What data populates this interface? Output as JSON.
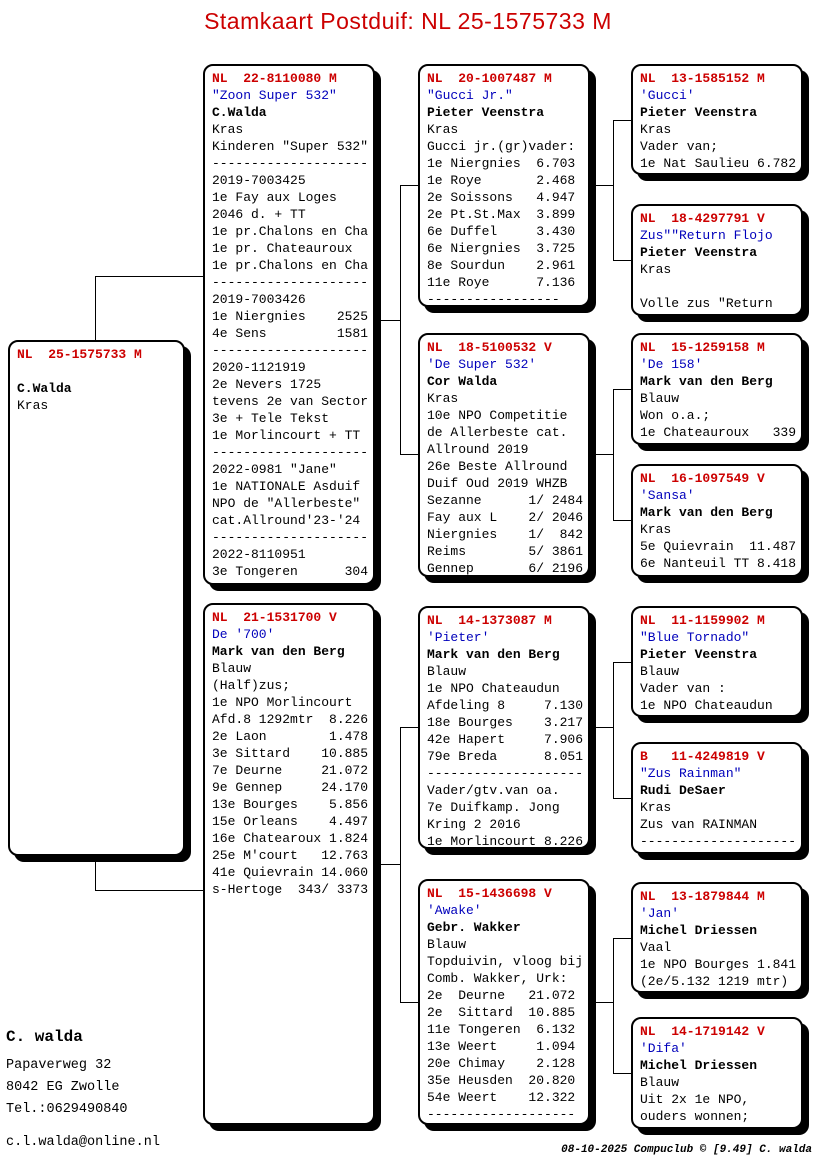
{
  "title": "Stamkaart Postduif: NL  25-1575733 M",
  "colors": {
    "ring_red": "#cc0000",
    "name_blue": "#0000bb"
  },
  "boxes": {
    "subject": {
      "ring": "NL  25-1575733 M",
      "lines": [
        {
          "t": ""
        },
        {
          "t": "C.Walda",
          "s": "bold"
        },
        {
          "t": "Kras"
        }
      ]
    },
    "father": {
      "ring": "NL  22-8110080 M",
      "lines": [
        {
          "t": "\"Zoon Super 532\"",
          "s": "blue"
        },
        {
          "t": "C.Walda",
          "s": "bold"
        },
        {
          "t": "Kras"
        },
        {
          "t": "Kinderen \"Super 532\""
        },
        {
          "t": "--------------------"
        },
        {
          "t": "2019-7003425"
        },
        {
          "t": "1e Fay aux Loges"
        },
        {
          "t": "2046 d. + TT"
        },
        {
          "t": "1e pr.Chalons en Cha"
        },
        {
          "t": "1e pr. Chateauroux"
        },
        {
          "t": "1e pr.Chalons en Cha"
        },
        {
          "t": "--------------------"
        },
        {
          "t": "2019-7003426"
        },
        {
          "t": "1e Niergnies    2525"
        },
        {
          "t": "4e Sens         1581"
        },
        {
          "t": "--------------------"
        },
        {
          "t": "2020-1121919"
        },
        {
          "t": "2e Nevers 1725"
        },
        {
          "t": "tevens 2e van Sector"
        },
        {
          "t": "3e + Tele Tekst"
        },
        {
          "t": "1e Morlincourt + TT"
        },
        {
          "t": "--------------------"
        },
        {
          "t": "2022-0981 \"Jane\""
        },
        {
          "t": "1e NATIONALE Asduif"
        },
        {
          "t": "NPO de \"Allerbeste\""
        },
        {
          "t": "cat.Allround'23-'24"
        },
        {
          "t": "--------------------"
        },
        {
          "t": "2022-8110951"
        },
        {
          "t": "3e Tongeren      304"
        }
      ]
    },
    "mother": {
      "ring": "NL  21-1531700 V",
      "lines": [
        {
          "t": "De '700'",
          "s": "blue"
        },
        {
          "t": "Mark van den Berg",
          "s": "bold"
        },
        {
          "t": "Blauw"
        },
        {
          "t": "(Half)zus;"
        },
        {
          "t": "1e NPO Morlincourt"
        },
        {
          "t": "Afd.8 1292mtr  8.226"
        },
        {
          "t": "2e Laon        1.478"
        },
        {
          "t": "3e Sittard    10.885"
        },
        {
          "t": "7e Deurne     21.072"
        },
        {
          "t": "9e Gennep     24.170"
        },
        {
          "t": "13e Bourges    5.856"
        },
        {
          "t": "15e Orleans    4.497"
        },
        {
          "t": "16e Chatearoux 1.824"
        },
        {
          "t": "25e M'court   12.763"
        },
        {
          "t": "41e Quievrain 14.060"
        },
        {
          "t": "s-Hertoge  343/ 3373"
        }
      ]
    },
    "gf_paternal": {
      "ring": "NL  20-1007487 M",
      "lines": [
        {
          "t": "\"Gucci Jr.\"",
          "s": "blue"
        },
        {
          "t": "Pieter Veenstra",
          "s": "bold"
        },
        {
          "t": "Kras"
        },
        {
          "t": "Gucci jr.(gr)vader:"
        },
        {
          "t": "1e Niergnies  6.703"
        },
        {
          "t": "1e Roye       2.468"
        },
        {
          "t": "2e Soissons   4.947"
        },
        {
          "t": "2e Pt.St.Max  3.899"
        },
        {
          "t": "6e Duffel     3.430"
        },
        {
          "t": "6e Niergnies  3.725"
        },
        {
          "t": "8e Sourdun    2.961"
        },
        {
          "t": "11e Roye      7.136"
        },
        {
          "t": "-----------------"
        }
      ]
    },
    "gm_paternal": {
      "ring": "NL  18-5100532 V",
      "lines": [
        {
          "t": "'De Super 532'",
          "s": "blue"
        },
        {
          "t": "Cor Walda",
          "s": "bold"
        },
        {
          "t": "Kras"
        },
        {
          "t": "10e NPO Competitie"
        },
        {
          "t": "de Allerbeste cat."
        },
        {
          "t": "Allround 2019"
        },
        {
          "t": "26e Beste Allround"
        },
        {
          "t": "Duif Oud 2019 WHZB"
        },
        {
          "t": "Sezanne      1/ 2484"
        },
        {
          "t": "Fay aux L    2/ 2046"
        },
        {
          "t": "Niergnies    1/  842"
        },
        {
          "t": "Reims        5/ 3861"
        },
        {
          "t": "Gennep       6/ 2196"
        }
      ]
    },
    "gf_maternal": {
      "ring": "NL  14-1373087 M",
      "lines": [
        {
          "t": "'Pieter'",
          "s": "blue"
        },
        {
          "t": "Mark van den Berg",
          "s": "bold"
        },
        {
          "t": "Blauw"
        },
        {
          "t": "1e NPO Chateaudun"
        },
        {
          "t": "Afdeling 8     7.130"
        },
        {
          "t": "18e Bourges    3.217"
        },
        {
          "t": "42e Hapert     7.906"
        },
        {
          "t": "79e Breda      8.051"
        },
        {
          "t": "--------------------"
        },
        {
          "t": "Vader/gtv.van oa."
        },
        {
          "t": "7e Duifkamp. Jong"
        },
        {
          "t": "Kring 2 2016"
        },
        {
          "t": "1e Morlincourt 8.226"
        }
      ]
    },
    "gm_maternal": {
      "ring": "NL  15-1436698 V",
      "lines": [
        {
          "t": "'Awake'",
          "s": "blue"
        },
        {
          "t": "Gebr. Wakker",
          "s": "bold"
        },
        {
          "t": "Blauw"
        },
        {
          "t": "Topduivin, vloog bij"
        },
        {
          "t": "Comb. Wakker, Urk:"
        },
        {
          "t": "2e  Deurne   21.072"
        },
        {
          "t": "2e  Sittard  10.885"
        },
        {
          "t": "11e Tongeren  6.132"
        },
        {
          "t": "13e Weert     1.094"
        },
        {
          "t": "20e Chimay    2.128"
        },
        {
          "t": "35e Heusden  20.820"
        },
        {
          "t": "54e Weert    12.322"
        },
        {
          "t": "-------------------"
        }
      ]
    },
    "ggp1": {
      "ring": "NL  13-1585152 M",
      "lines": [
        {
          "t": "'Gucci'",
          "s": "blue"
        },
        {
          "t": "Pieter Veenstra",
          "s": "bold"
        },
        {
          "t": "Kras"
        },
        {
          "t": "Vader van;"
        },
        {
          "t": "1e Nat Saulieu 6.782"
        }
      ]
    },
    "ggp2": {
      "ring": "NL  18-4297791 V",
      "lines": [
        {
          "t": "Zus\"\"Return Flojo",
          "s": "blue"
        },
        {
          "t": "Pieter Veenstra",
          "s": "bold"
        },
        {
          "t": "Kras"
        },
        {
          "t": ""
        },
        {
          "t": "Volle zus \"Return"
        }
      ]
    },
    "ggp3": {
      "ring": "NL  15-1259158 M",
      "lines": [
        {
          "t": "'De 158'",
          "s": "blue"
        },
        {
          "t": "Mark van den Berg",
          "s": "bold"
        },
        {
          "t": "Blauw"
        },
        {
          "t": "Won o.a.;"
        },
        {
          "t": "1e Chateauroux   339"
        }
      ]
    },
    "ggp4": {
      "ring": "NL  16-1097549 V",
      "lines": [
        {
          "t": "'Sansa'",
          "s": "blue"
        },
        {
          "t": "Mark van den Berg",
          "s": "bold"
        },
        {
          "t": "Kras"
        },
        {
          "t": "5e Quievrain  11.487"
        },
        {
          "t": "6e Nanteuil TT 8.418"
        }
      ]
    },
    "ggp5": {
      "ring": "NL  11-1159902 M",
      "lines": [
        {
          "t": "\"Blue Tornado\"",
          "s": "blue"
        },
        {
          "t": "Pieter Veenstra",
          "s": "bold"
        },
        {
          "t": "Blauw"
        },
        {
          "t": "Vader van :"
        },
        {
          "t": "1e NPO Chateaudun"
        }
      ]
    },
    "ggp6": {
      "ring": "B   11-4249819 V",
      "lines": [
        {
          "t": "\"Zus Rainman\"",
          "s": "blue"
        },
        {
          "t": "Rudi DeSaer",
          "s": "bold"
        },
        {
          "t": "Kras"
        },
        {
          "t": "Zus van RAINMAN"
        },
        {
          "t": "--------------------"
        }
      ]
    },
    "ggp7": {
      "ring": "NL  13-1879844 M",
      "lines": [
        {
          "t": "'Jan'",
          "s": "blue"
        },
        {
          "t": "Michel Driessen",
          "s": "bold"
        },
        {
          "t": "Vaal"
        },
        {
          "t": "1e NPO Bourges 1.841"
        },
        {
          "t": "(2e/5.132 1219 mtr)"
        }
      ]
    },
    "ggp8": {
      "ring": "NL  14-1719142 V",
      "lines": [
        {
          "t": "'Difa'",
          "s": "blue"
        },
        {
          "t": "Michel Driessen",
          "s": "bold"
        },
        {
          "t": "Blauw"
        },
        {
          "t": "Uit 2x 1e NPO,"
        },
        {
          "t": "ouders wonnen;"
        }
      ]
    }
  },
  "contact": {
    "name": "C. walda",
    "address1": "Papaverweg 32",
    "address2": "8042 EG  Zwolle",
    "tel": "Tel.:0629490840",
    "email": "c.l.walda@online.nl"
  },
  "footer": {
    "text": "08-10-2025  Compuclub © [9.49]  C. walda"
  }
}
